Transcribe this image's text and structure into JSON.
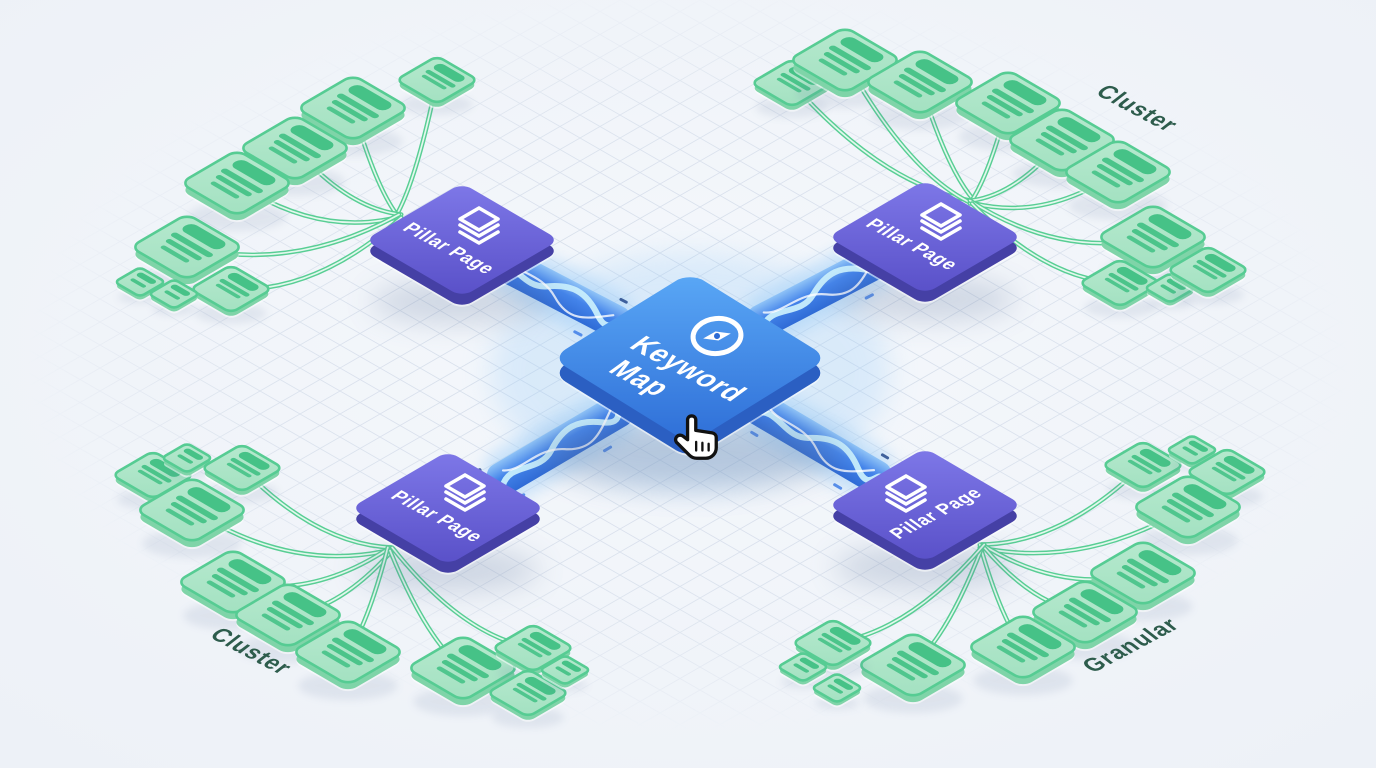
{
  "scene": {
    "center": {
      "line1": "Keyword",
      "line2": "Map",
      "icon": "compass-icon"
    },
    "pillars": {
      "label": "Pillar Page",
      "icon": "layers-icon"
    },
    "region_labels": {
      "top_right": "Cluster",
      "bottom_left": "Cluster",
      "bottom_right": "Granular"
    },
    "cursor": "hand-pointer",
    "colors": {
      "background": "#edf1f7",
      "background_center": "#f5f8fc",
      "grid": "#b8c5da",
      "center_top": "#5aa8f6",
      "center_deep": "#2e6ed7",
      "center_side": "#2b5fc2",
      "center_rim": "#8fb7f2",
      "pillar_top": "#7e78e8",
      "pillar_deep": "#5950c8",
      "pillar_side": "#4540a5",
      "pillar_rim": "#a9a4ef",
      "card_fill": "#b6e9ce",
      "card_fill2": "#a3e1c1",
      "card_stroke": "#56cc93",
      "card_bar": "#46c287",
      "card_side": "#7fd4a8",
      "connector": "#58ce94",
      "connector_core": "#e2f8ed",
      "stream_hi": "#8fc3f7",
      "stream_mid": "#4484ea",
      "stream_deep": "#2f6bd6",
      "stream_core": "#c8eefc",
      "stream_glow": "#a9d3f8",
      "particle": "#3f7ee8",
      "particle_dark": "#26498c",
      "label_text": "#2d5c4c",
      "node_text": "#ffffff",
      "shadow": "#64799f"
    }
  }
}
